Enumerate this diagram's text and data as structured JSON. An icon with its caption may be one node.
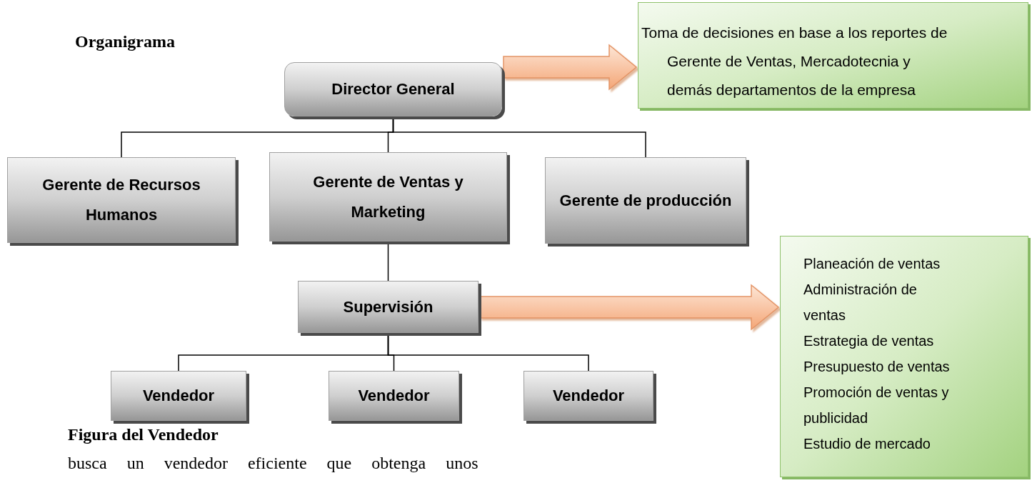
{
  "diagram": {
    "title": "Organigrama",
    "nodes": [
      {
        "text": [
          "Director General"
        ]
      },
      {
        "text": [
          "Toma de decisiones en base a los reportes de Gerente de Ventas, Mercadotecnia y demás departamentos de la empresa"
        ]
      },
      {
        "text": [
          "Gerente de Recursos Humanos"
        ]
      },
      {
        "text": [
          "Gerente de Ventas y Marketing"
        ]
      },
      {
        "text": [
          "Gerente de producción"
        ]
      },
      {
        "text": [
          "Supervisión"
        ]
      },
      {
        "text": [
          "Planeación de ventas",
          "Administración de ventas",
          "Estrategia de ventas",
          "Presupuesto de ventas",
          "Promoción de ventas y publicidad",
          "Estudio de mercado"
        ]
      },
      {
        "text": [
          "Vendedor"
        ]
      },
      {
        "text": [
          "Vendedor"
        ]
      },
      {
        "text": [
          "Vendedor"
        ]
      }
    ],
    "edges": [
      {
        "from": 0,
        "to": 2,
        "arrow": "none"
      },
      {
        "from": 0,
        "to": 3,
        "arrow": "none"
      },
      {
        "from": 0,
        "to": 4,
        "arrow": "none"
      },
      {
        "from": 0,
        "to": 1,
        "arrow": "to",
        "style": "thick"
      },
      {
        "from": 3,
        "to": 5,
        "arrow": "none"
      },
      {
        "from": 5,
        "to": 7,
        "arrow": "none"
      },
      {
        "from": 5,
        "to": 8,
        "arrow": "none"
      },
      {
        "from": 5,
        "to": 9,
        "arrow": "none"
      },
      {
        "from": 5,
        "to": 6,
        "arrow": "to",
        "style": "thick"
      }
    ],
    "labels": [
      "Figura del Vendedor",
      "busca un vendedor eficiente que obtenga unos"
    ]
  }
}
